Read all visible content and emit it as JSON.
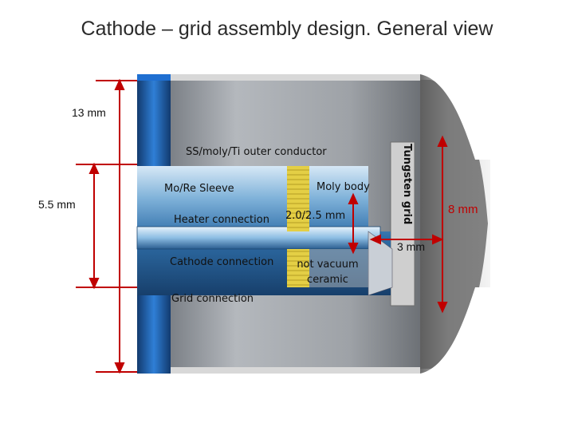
{
  "title": "Cathode – grid assembly design. General view",
  "labels": {
    "outer_conductor": "SS/moly/Ti outer conductor",
    "sleeve": "Mo/Re Sleeve",
    "moly_body": "Moly body",
    "heater_connection": "Heater connection",
    "gap": "2.0/2.5 mm",
    "cathode_connection": "Cathode connection",
    "ceramic": "not vacuum ceramic",
    "grid_connection": "Grid connection",
    "tungsten_grid": "Tungsten grid"
  },
  "dimensions": {
    "outer": "13 mm",
    "inner": "5.5 mm",
    "grid_gap": "3 mm",
    "bore": "8 mm"
  },
  "colors": {
    "dimension_line": "#c00000",
    "blue_band": "#1f6fd1",
    "outer_body": "#8a8a8a",
    "moly_body": "#e7d24a"
  }
}
